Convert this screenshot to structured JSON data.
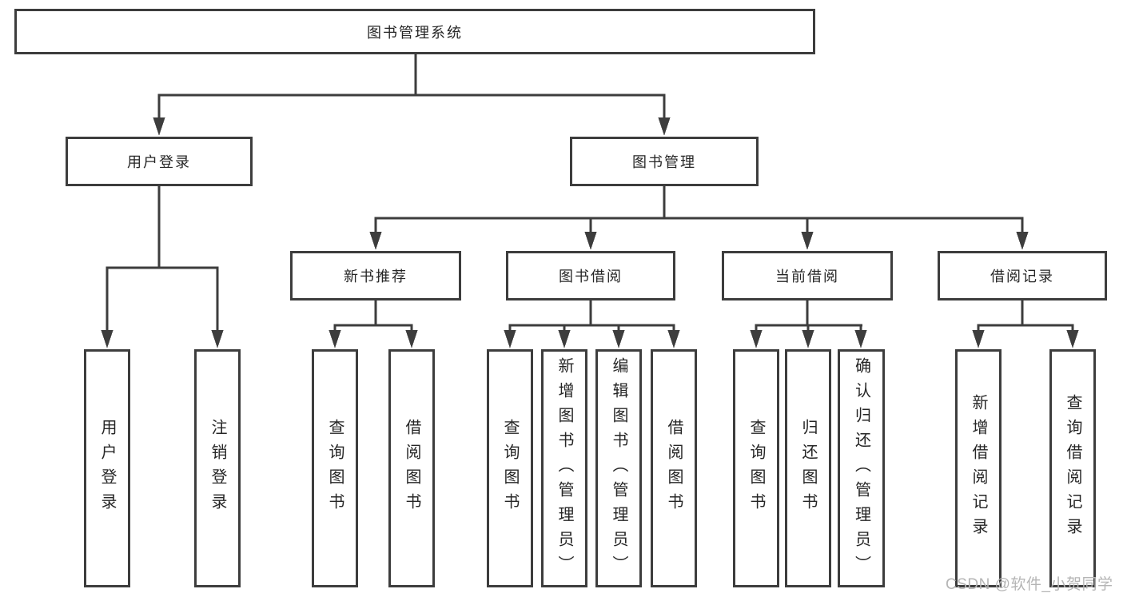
{
  "colors": {
    "line": "#3d3d3d",
    "box_border": "#3d3d3d",
    "text": "#262626",
    "watermark": "#b5b5b5",
    "background": "#ffffff"
  },
  "tree": {
    "root": {
      "label": "图书管理系统"
    },
    "children": [
      {
        "label": "用户登录",
        "children": [
          {
            "label": "用户登录"
          },
          {
            "label": "注销登录"
          }
        ]
      },
      {
        "label": "图书管理",
        "children": [
          {
            "label": "新书推荐",
            "children": [
              {
                "label": "查询图书"
              },
              {
                "label": "借阅图书"
              }
            ]
          },
          {
            "label": "图书借阅",
            "children": [
              {
                "label": "查询图书"
              },
              {
                "label": "新增图书（管理员）"
              },
              {
                "label": "编辑图书（管理员）"
              },
              {
                "label": "借阅图书"
              }
            ]
          },
          {
            "label": "当前借阅",
            "children": [
              {
                "label": "查询图书"
              },
              {
                "label": "归还图书"
              },
              {
                "label": "确认归还（管理员）"
              }
            ]
          },
          {
            "label": "借阅记录",
            "children": [
              {
                "label": "新增借阅记录"
              },
              {
                "label": "查询借阅记录"
              }
            ]
          }
        ]
      }
    ]
  },
  "watermark": {
    "text": "CSDN @软件_小贺同学"
  }
}
